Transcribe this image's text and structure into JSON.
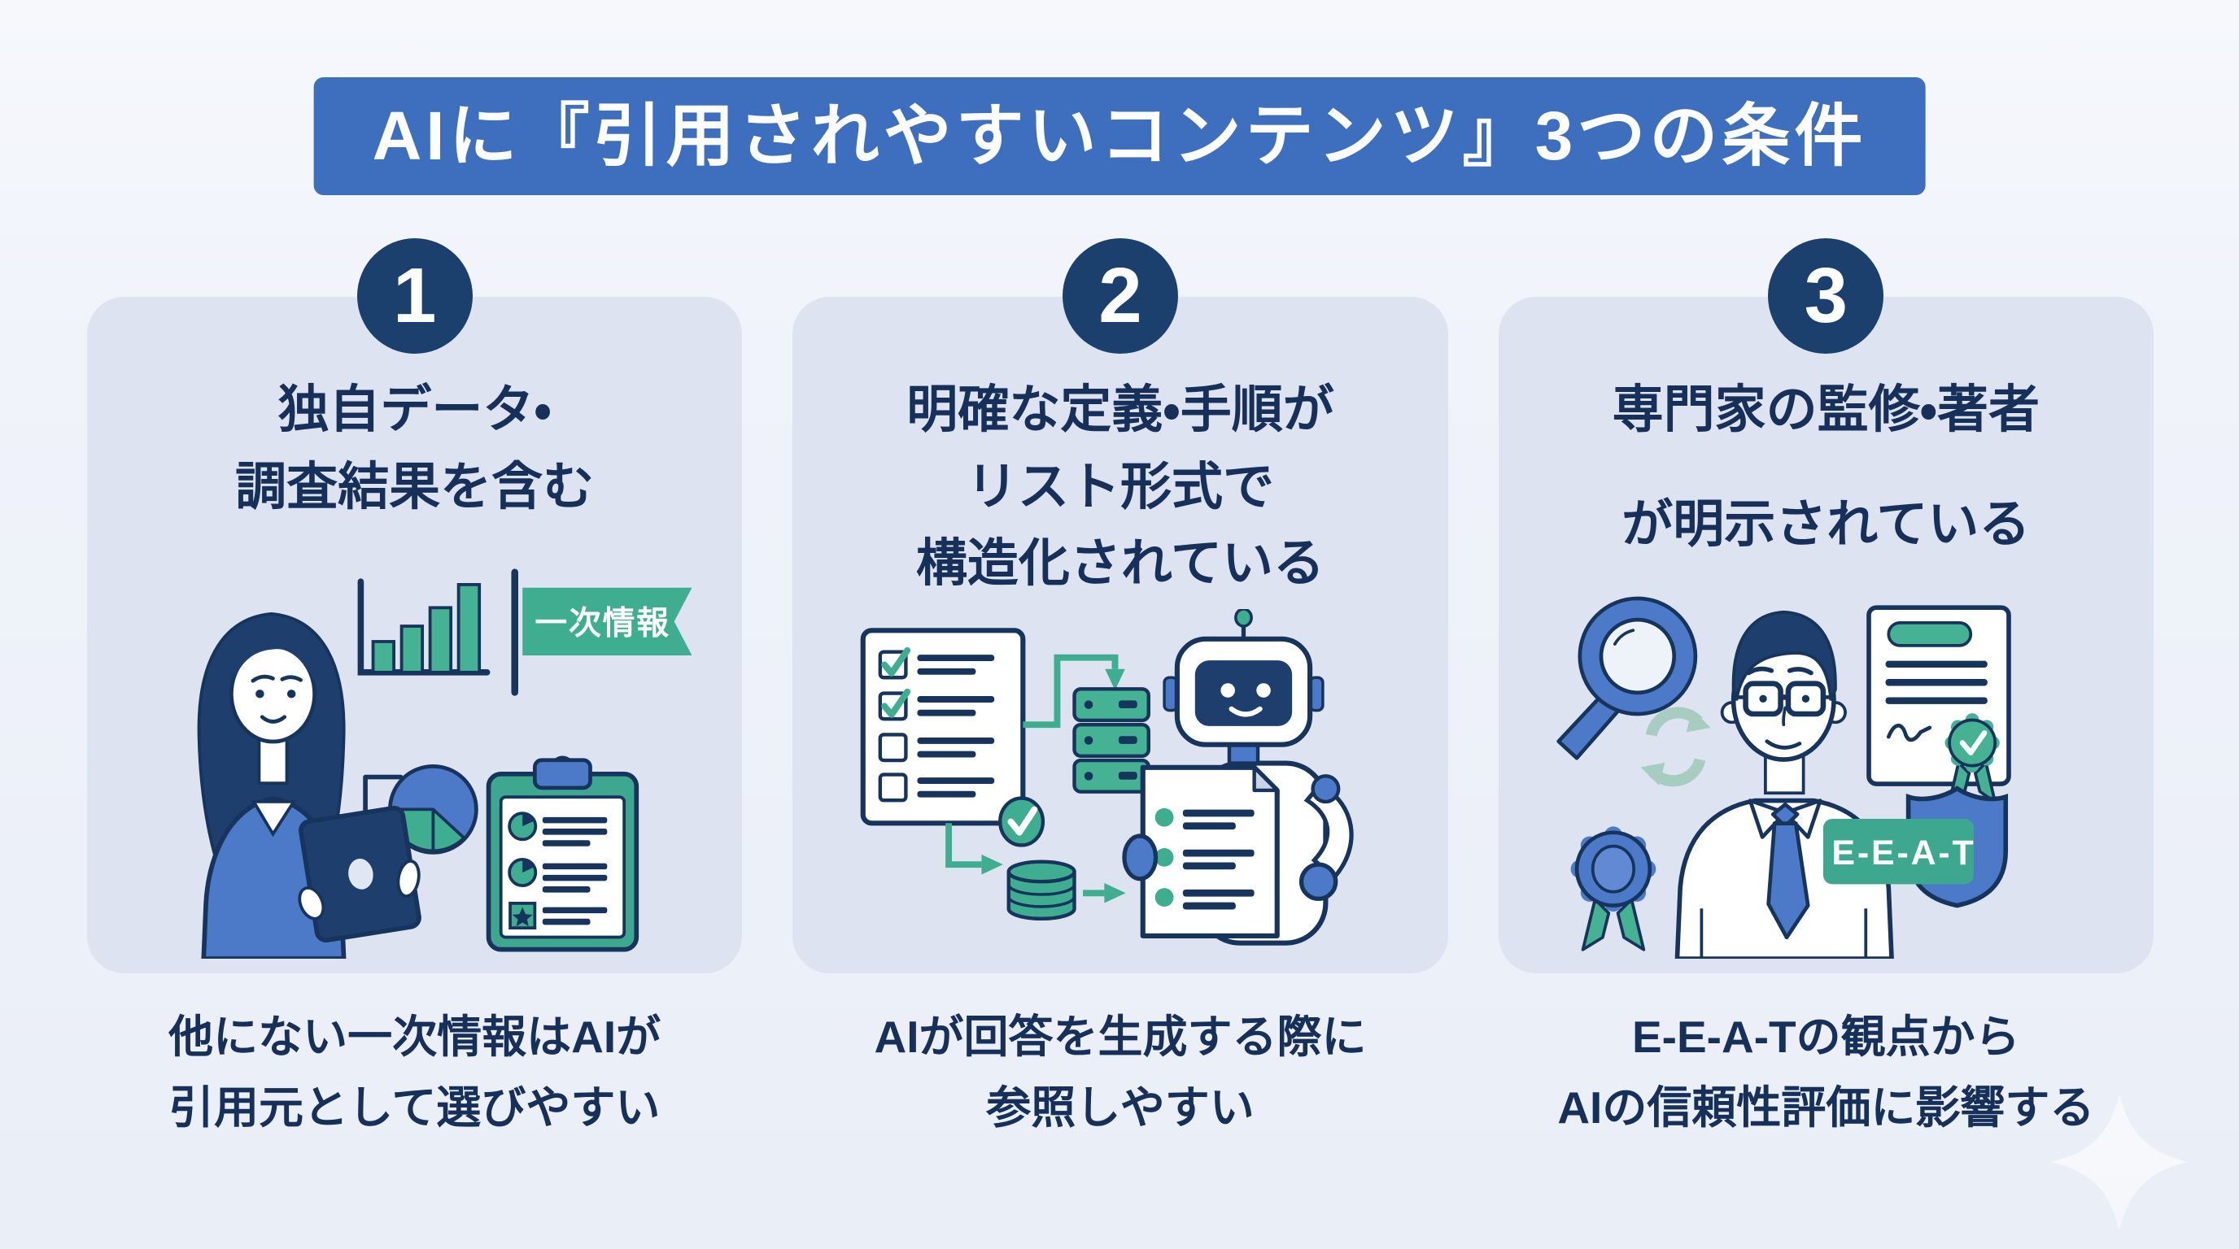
{
  "banner": {
    "text": "AIに『引用されやすいコンテンツ』3つの条件"
  },
  "cards": [
    {
      "number": "1",
      "heading_lines": [
        "独自データ・",
        "調査結果を含む"
      ],
      "ribbon_label": "一次情報",
      "caption_lines": [
        "他にない一次情報はAIが",
        "引用元として選びやすい"
      ]
    },
    {
      "number": "2",
      "heading_lines": [
        "明確な定義・手順が",
        "リスト形式で",
        "構造化されている"
      ],
      "caption_lines": [
        "AIが回答を生成する際に",
        "参照しやすい"
      ]
    },
    {
      "number": "3",
      "heading_lines": [
        "専門家の監修・著者",
        "が明示されている"
      ],
      "badge_label": "E-E-A-T",
      "caption_lines": [
        "E-E-A-Tの観点から",
        "AIの信頼性評価に影響する"
      ]
    }
  ],
  "colors": {
    "banner_bg": "#3e6fbe",
    "card_bg": "#dde3f1",
    "text_navy": "#17305a",
    "number_badge_bg": "#1c406e",
    "green": "#3fae90",
    "teal_green": "#3da78f",
    "illustration_blue": "#4c7ac8",
    "illustration_dark_navy": "#1e3f6e",
    "page_bg": "#f0f3fa"
  }
}
